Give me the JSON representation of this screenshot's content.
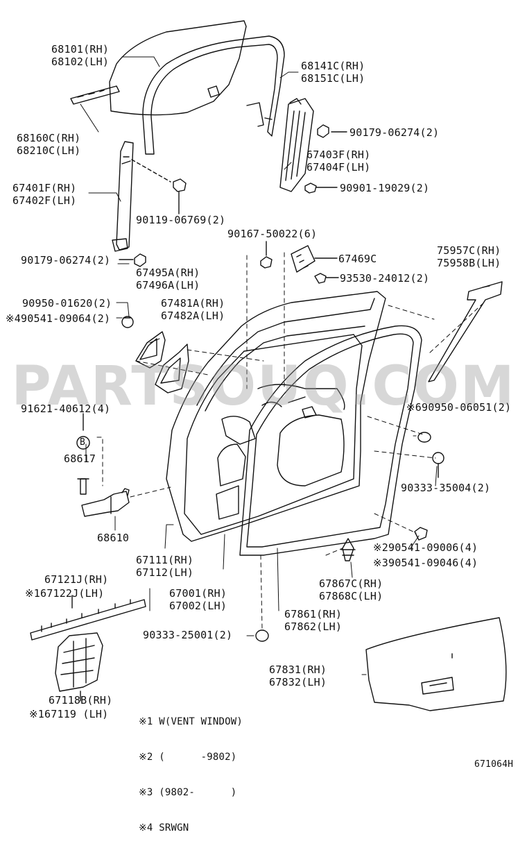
{
  "watermark": "PARTSOUQ.COM",
  "diagram_code": "671064H",
  "badge_letter": "B",
  "labels": {
    "glass": [
      "68101(RH)",
      "68102(LH)"
    ],
    "run_channel": [
      "68141C(RH)",
      "68151C(LH)"
    ],
    "channel_rear": [
      "68160C(RH)",
      "68210C(LH)"
    ],
    "bolt_90179_top": "90179-06274(2)",
    "regulator": [
      "67403F(RH)",
      "67404F(LH)"
    ],
    "bolt_90901": "90901-19029(2)",
    "division_bar": [
      "67401F(RH)",
      "67402F(LH)"
    ],
    "bolt_90119": "90119-06769(2)",
    "screw_90167": "90167-50022(6)",
    "part_67469c": "67469C",
    "bolt_93530": "93530-24012(2)",
    "cover_75957": [
      "75957C(RH)",
      "75958B(LH)"
    ],
    "bolt_90179_left": "90179-06274(2)",
    "corner_67495": [
      "67495A(RH)",
      "67496A(LH)"
    ],
    "plug_90950_left": "90950-01620(2)",
    "plug_90541_left": "90541-09064(2)",
    "plug_90541_left_mark": "※4",
    "corner_67481": [
      "67481A(RH)",
      "67482A(LH)"
    ],
    "bolt_91621": "91621-40612(4)",
    "part_68617": "68617",
    "hinge_68610": "68610",
    "plug_90950_right": "90950-06051(2)",
    "plug_90950_right_mark": "※6",
    "plug_90333_right": "90333-35004(2)",
    "panel_67111": [
      "67111(RH)",
      "67112(LH)"
    ],
    "door_67001": [
      "67001(RH)",
      "67002(LH)"
    ],
    "plug_90541_a": "90541-09006(4)",
    "plug_90541_a_mark": "※2",
    "plug_90541_b": "90541-09046(4)",
    "plug_90541_b_mark": "※3",
    "clip_67867": [
      "67867C(RH)",
      "67868C(LH)"
    ],
    "strip_67121": [
      "67121J(RH)",
      "67122J(LH)"
    ],
    "strip_67121_mark": "※1",
    "weatherstrip_67861": [
      "67861(RH)",
      "67862(LH)"
    ],
    "plug_90333_bottom": "90333-25001(2)",
    "film_67831": [
      "67831(RH)",
      "67832(LH)"
    ],
    "panel_67118": [
      "67118B(RH)",
      "67119 (LH)"
    ],
    "panel_67118_mark": "※1"
  },
  "notes": [
    "※1 W(VENT WINDOW)",
    "※2 (      -9802)",
    "※3 (9802-      )",
    "※4 SRWGN"
  ]
}
